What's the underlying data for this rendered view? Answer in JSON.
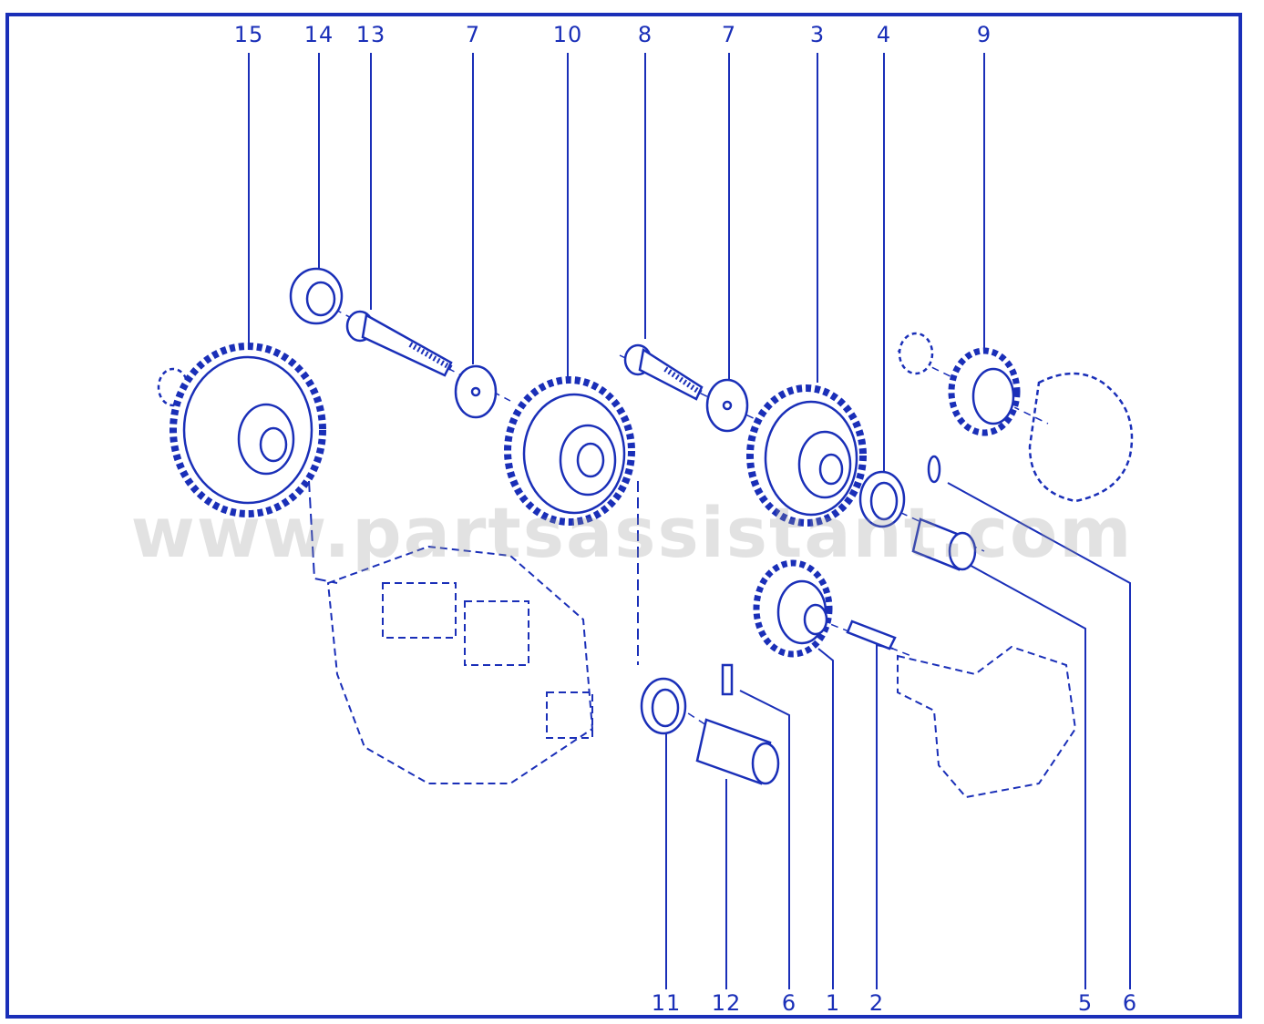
{
  "colors": {
    "ink": "#1a2fb8",
    "frame": "#1a2fb8",
    "background": "#ffffff",
    "watermark": "#9a9a9a"
  },
  "callouts_top": [
    "15",
    "14",
    "13",
    "7",
    "10",
    "8",
    "7",
    "3",
    "4",
    "9"
  ],
  "callouts_bottom": [
    "11",
    "12",
    "6",
    "1",
    "2",
    "5",
    "6"
  ],
  "watermark": "www.partsassistant.com"
}
